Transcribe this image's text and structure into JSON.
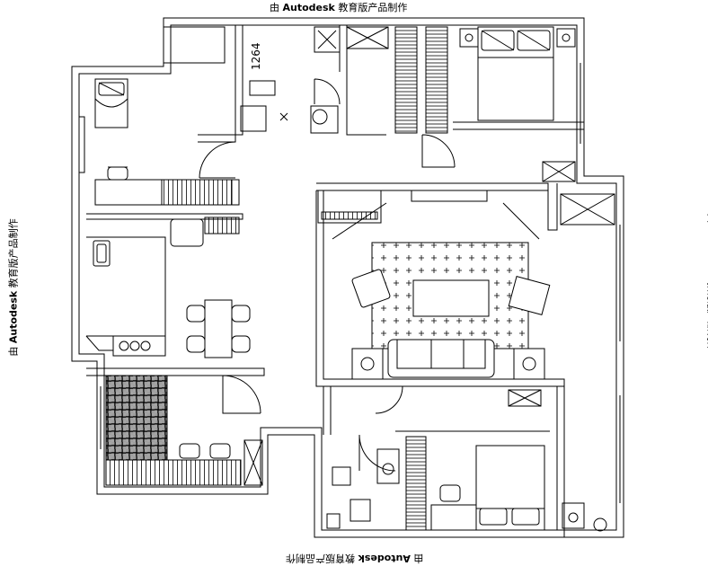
{
  "watermark": {
    "prefix": "由",
    "brand": "Autodesk",
    "suffix": "教育版产品制作"
  },
  "dimension_label": "1264",
  "colors": {
    "line": "#000000",
    "background": "#ffffff"
  }
}
